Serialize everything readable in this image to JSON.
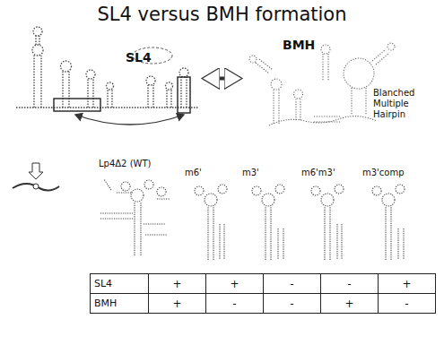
{
  "diagram": {
    "title": "SL4 versus BMH formation",
    "nodes": [
      {
        "text": [
          "SL4"
        ]
      },
      {
        "text": [
          "BMH",
          "Blanched Multiple Hairpin"
        ]
      }
    ],
    "edges": [
      {
        "from": 0,
        "to": 1,
        "arrow": "both"
      }
    ],
    "labels": [
      "Lp4Δ2 (WT)",
      "m6'",
      "m3'",
      "m6'm3'",
      "m3'comp",
      "SL4",
      "+",
      "+",
      "-",
      "-",
      "+",
      "BMH",
      "+",
      "-",
      "-",
      "+",
      "-"
    ]
  }
}
